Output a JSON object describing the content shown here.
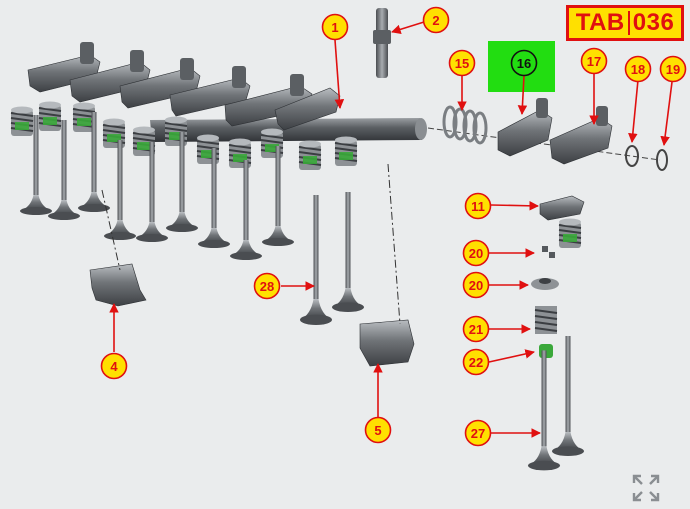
{
  "badge": {
    "left": "TAB",
    "right": "036"
  },
  "callouts": [
    {
      "id": "c1",
      "label": "1"
    },
    {
      "id": "c2",
      "label": "2"
    },
    {
      "id": "c15",
      "label": "15"
    },
    {
      "id": "c16",
      "label": "16"
    },
    {
      "id": "c17",
      "label": "17"
    },
    {
      "id": "c18",
      "label": "18"
    },
    {
      "id": "c19",
      "label": "19"
    },
    {
      "id": "c11",
      "label": "11"
    },
    {
      "id": "c20a",
      "label": "20"
    },
    {
      "id": "c20b",
      "label": "20"
    },
    {
      "id": "c21",
      "label": "21"
    },
    {
      "id": "c22",
      "label": "22"
    },
    {
      "id": "c27",
      "label": "27"
    },
    {
      "id": "c28",
      "label": "28"
    },
    {
      "id": "c4",
      "label": "4"
    },
    {
      "id": "c5",
      "label": "5"
    }
  ],
  "colors": {
    "callout_fill": "#ffe000",
    "callout_border": "#e01010",
    "arrow": "#e01010",
    "highlight": "#22dd11",
    "metal": "#6f7377",
    "spring_seal": "#3aa83a"
  },
  "icons": {
    "fullscreen": "fullscreen-expand-icon"
  }
}
